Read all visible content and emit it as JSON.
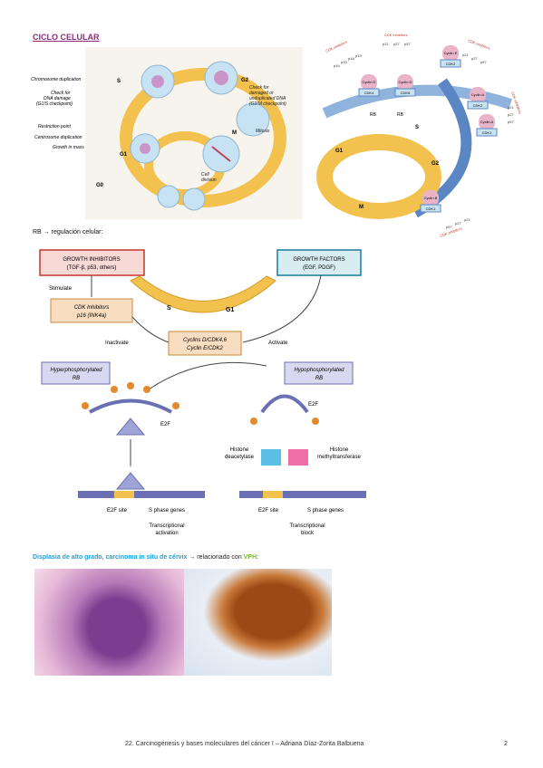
{
  "header": {
    "title": "CICLO CELULAR"
  },
  "cycle_left": {
    "phases": [
      "S",
      "G2",
      "M",
      "G1",
      "G0"
    ],
    "labels_left": [
      "Chromosome duplication",
      "Check for",
      "DNA damage",
      "(G1/S checkpoint)",
      "Restriction point",
      "Centrosome duplication",
      "Growth in mass"
    ],
    "labels_right": [
      "Check for",
      "damaged or",
      "unduplicated DNA",
      "(G2/M checkpoint)",
      "Mitosis",
      "Cell",
      "division"
    ]
  },
  "cycle_right": {
    "inhibitor_groups": [
      "CDK inhibitors",
      "CDK inhibitors",
      "CDK inhibitors",
      "CDK inhibitors",
      "CDK inhibitors"
    ],
    "inhibitor_names": [
      "p16",
      "p15",
      "p18",
      "p19",
      "p21",
      "p27",
      "p57",
      "p21",
      "p27",
      "p57",
      "p21",
      "p27",
      "p57",
      "p57",
      "p27",
      "p21"
    ],
    "complexes": [
      "Cyclin D",
      "CDK4",
      "Cyclin D",
      "CDK6",
      "Cyclin E",
      "CDK2",
      "Cyclin A",
      "CDK2",
      "Cyclin A",
      "CDK1",
      "Cyclin B",
      "CDK1"
    ],
    "phases": [
      "G1",
      "S",
      "G2",
      "M"
    ],
    "rb": [
      "RB",
      "RB"
    ]
  },
  "intro": "RB → regulación celular:",
  "rb_diagram": {
    "growth_inhibitors": [
      "GROWTH INHIBITORS",
      "(TGF-β, p53, others)"
    ],
    "growth_factors": [
      "GROWTH FACTORS",
      "(EGF, PDGF)"
    ],
    "cdk_inhibitors": [
      "CDK Inhibitors",
      "p16 (INK4a)"
    ],
    "cyclins": [
      "Cyclins D/CDK4,6",
      "Cyclin E/CDK2"
    ],
    "stimulate": "Stimulate",
    "inactivate": "Inactivate",
    "activate": "Activate",
    "phase_s": "S",
    "phase_g1": "G1",
    "hyper": [
      "Hyperphosphorylated",
      "RB"
    ],
    "hypo": [
      "Hypophosphorylated",
      "RB"
    ],
    "e2f": "E2F",
    "p": "P",
    "histone_deacetylase": [
      "Histone",
      "deacetylase"
    ],
    "histone_methyl": [
      "Histone",
      "methyltransferase"
    ],
    "e2f_site": "E2F site",
    "s_phase_genes": "S phase genes",
    "activation": [
      "Transcriptional",
      "activation"
    ],
    "block": [
      "Transcriptional",
      "block"
    ]
  },
  "vph_line": {
    "part1": "Displasia de alto grado, carcinoma in situ de cérvix",
    "arrow": " → relacionado con ",
    "part2": "VPH",
    "colon": ":"
  },
  "footer": {
    "text": "22. Carcinogénesis y bases moleculares del cáncer I – Adriana Díaz-Zorita Balbuena",
    "page": "2"
  }
}
